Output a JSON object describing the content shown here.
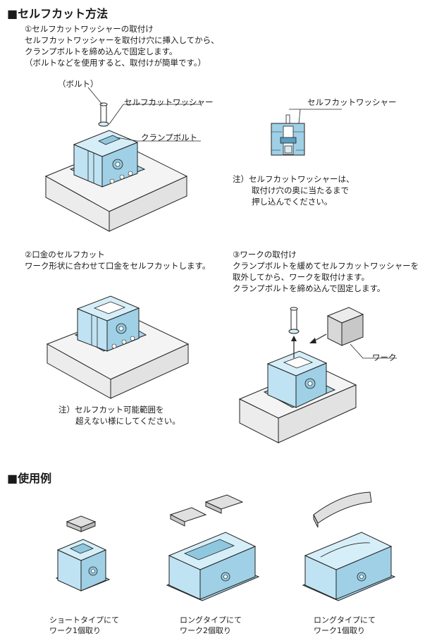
{
  "section1": {
    "title": "■セルフカット方法",
    "step1": {
      "heading": "①セルフカットワッシャーの取付け",
      "line1": "セルフカットワッシャーを取付け穴に挿入してから、",
      "line2": "クランプボルトを締め込んで固定します。",
      "line3": "（ボルトなどを使用すると、取付けが簡単です。）",
      "label_bolt": "（ボルト）",
      "label_washer": "セルフカットワッシャー",
      "label_clamp": "クランプボルト"
    },
    "detail": {
      "label_washer": "セルフカットワッシャー",
      "note1": "注）セルフカットワッシャーは、",
      "note2": "取付け穴の奥に当たるまで",
      "note3": "押し込んでください。"
    },
    "step2": {
      "heading": "②口金のセルフカット",
      "line1": "ワーク形状に合わせて口金をセルフカットします。",
      "note1": "注）セルフカット可能範囲を",
      "note2": "超えない様にしてください。"
    },
    "step3": {
      "heading": "③ワークの取付け",
      "line1": "クランプボルトを緩めてセルフカットワッシャーを",
      "line2": "取外してから、ワークを取付けます。",
      "line3": "クランプボルトを締め込んで固定します。",
      "label_work": "ワーク"
    }
  },
  "section2": {
    "title": "■使用例",
    "examples": [
      {
        "line1": "ショートタイプにて",
        "line2": "ワーク1個取り"
      },
      {
        "line1": "ロングタイプにて",
        "line2": "ワーク2個取り"
      },
      {
        "line1": "ロングタイプにて",
        "line2": "ワーク1個取り"
      }
    ]
  },
  "colors": {
    "vise": "#bfe3f2",
    "vise_dark": "#8fc7de",
    "block": "#f4f4f4",
    "outline": "#222222"
  }
}
